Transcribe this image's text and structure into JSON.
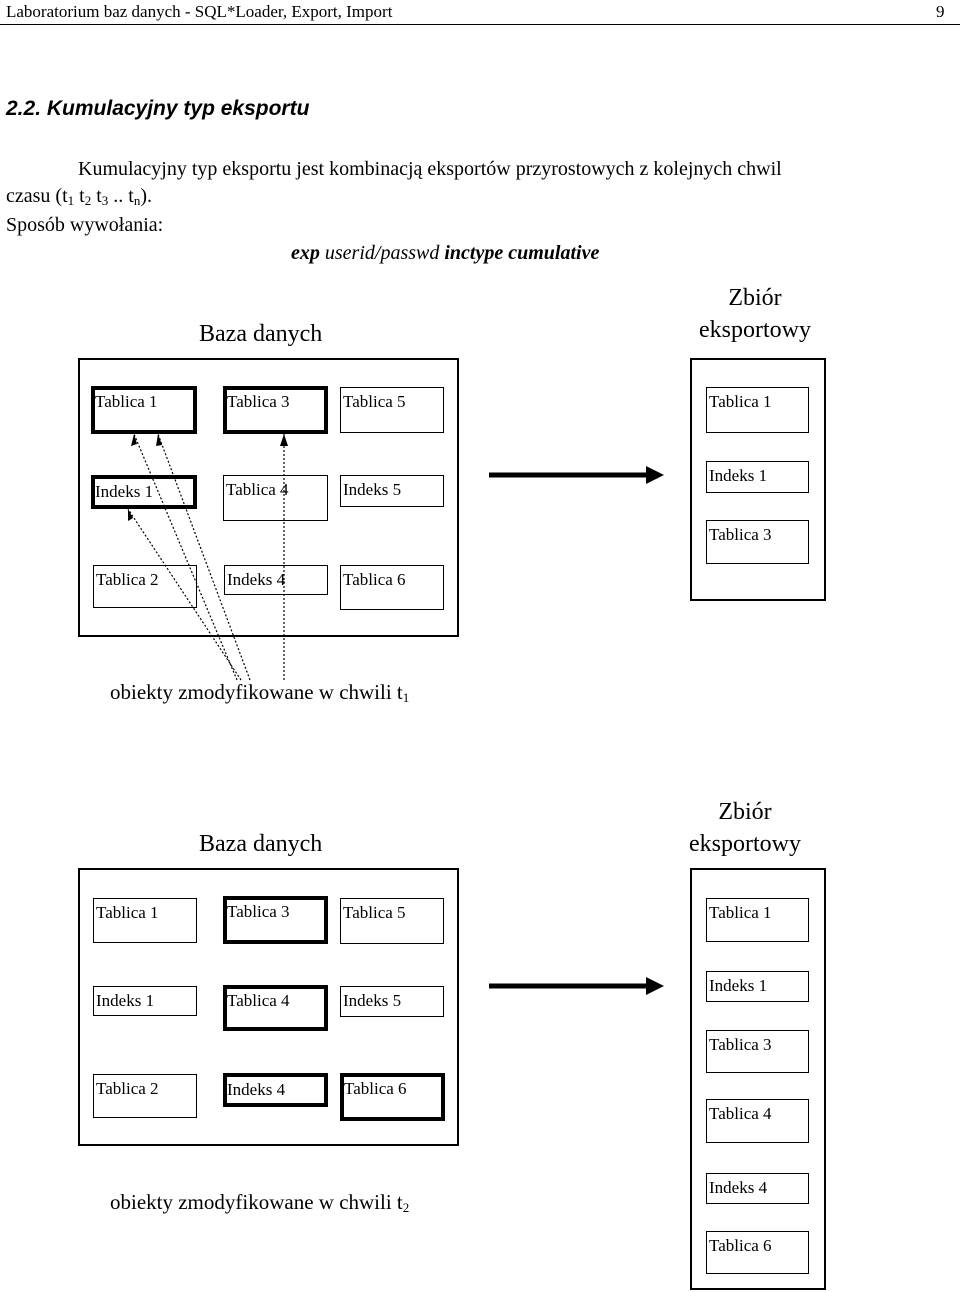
{
  "header": {
    "title": "Laboratorium baz danych - SQL*Loader, Export, Import",
    "page_number": "9"
  },
  "section": {
    "heading": "2.2. Kumulacyjny typ eksportu",
    "paragraph_line1": "Kumulacyjny typ eksportu jest kombinacją eksportów przyrostowych z kolejnych chwil",
    "paragraph_line2_start": "czasu (t",
    "sub_1": "1",
    "sep_t2": " t",
    "sub_2": "2",
    "sep_t3": " t",
    "sub_3": "3",
    "sep_tn": " .. t",
    "sub_n": "n",
    "paragraph_line2_end": ").",
    "invocation_label": "Sposób wywołania:",
    "command_exp": "exp",
    "command_userpass": " userid/passwd ",
    "command_inctype": "inctype cumulative"
  },
  "diagram1": {
    "db_label": "Baza danych",
    "export_label_line1": "Zbiór",
    "export_label_line2": "eksportowy",
    "db_cells": [
      "Tablica 1",
      "Tablica 3",
      "Tablica 5",
      "Indeks 1",
      "Tablica 4",
      "Indeks 5",
      "Tablica 2",
      "Indeks 4",
      "Tablica 6"
    ],
    "export_cells": [
      "Tablica 1",
      "Indeks 1",
      "Tablica 3"
    ],
    "caption_text": "obiekty zmodyfikowane w chwili t",
    "caption_sub": "1"
  },
  "diagram2": {
    "db_label": "Baza danych",
    "export_label_line1": "Zbiór",
    "export_label_line2": "eksportowy",
    "db_cells": [
      "Tablica 1",
      "Tablica 3",
      "Tablica 5",
      "Indeks 1",
      "Tablica 4",
      "Indeks 5",
      "Tablica 2",
      "Indeks 4",
      "Tablica 6"
    ],
    "export_cells": [
      "Tablica 1",
      "Indeks 1",
      "Tablica 3",
      "Tablica 4",
      "Indeks 4",
      "Tablica 6"
    ],
    "caption_text": "obiekty zmodyfikowane w chwili t",
    "caption_sub": "2"
  }
}
